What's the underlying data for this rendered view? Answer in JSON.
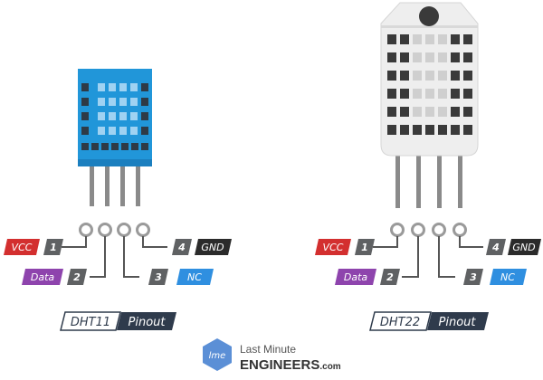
{
  "colors": {
    "vcc": "#d32f2f",
    "data": "#8e44ad",
    "pin": "#5f6163",
    "gnd": "#2b2b2b",
    "nc": "#2f8fe0",
    "dht11_body": "#2196d9",
    "dht22_body": "#ededed",
    "caption_dark": "#2f3b4c"
  },
  "sensors": [
    {
      "id": "dht11",
      "caption_model": "DHT11",
      "caption_word": "Pinout",
      "pins": [
        {
          "number": "1",
          "label": "VCC"
        },
        {
          "number": "2",
          "label": "Data"
        },
        {
          "number": "3",
          "label": "NC"
        },
        {
          "number": "4",
          "label": "GND"
        }
      ]
    },
    {
      "id": "dht22",
      "caption_model": "DHT22",
      "caption_word": "Pinout",
      "pins": [
        {
          "number": "1",
          "label": "VCC"
        },
        {
          "number": "2",
          "label": "Data"
        },
        {
          "number": "3",
          "label": "NC"
        },
        {
          "number": "4",
          "label": "GND"
        }
      ]
    }
  ],
  "brand": {
    "logo_text": "lme",
    "line1": "Last Minute",
    "line2": "ENGINEERS",
    "line2_suffix": ".com"
  }
}
